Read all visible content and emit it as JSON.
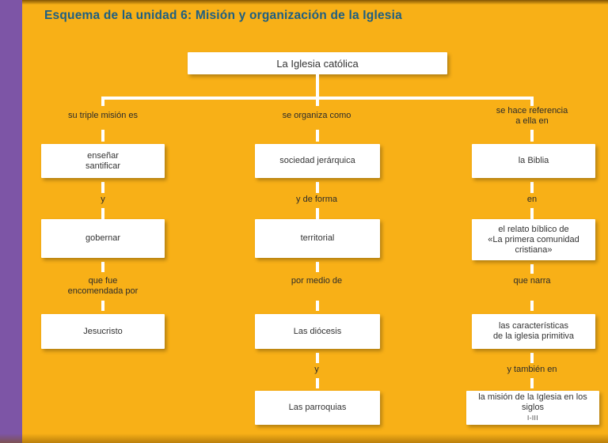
{
  "page": {
    "title": "Esquema de la unidad 6: Misión y organización de la Iglesia"
  },
  "colors": {
    "background": "#F8B017",
    "accent_bar": "#7D55A6",
    "title_text": "#1E5F82",
    "node_background": "#FFFFFF",
    "connector": "#FFFFFF",
    "node_text": "#333333"
  },
  "diagram": {
    "root": {
      "label": "La Iglesia católica"
    },
    "branches": [
      {
        "name": "mision",
        "steps": [
          {
            "kind": "edge-label",
            "lines": [
              "su triple misión es"
            ]
          },
          {
            "kind": "node",
            "lines": [
              "enseñar",
              "santificar"
            ]
          },
          {
            "kind": "edge-label",
            "lines": [
              "y"
            ]
          },
          {
            "kind": "node",
            "lines": [
              "gobernar"
            ]
          },
          {
            "kind": "edge-label",
            "lines": [
              "que fue",
              "encomendada por"
            ]
          },
          {
            "kind": "node",
            "lines": [
              "Jesucristo"
            ]
          }
        ]
      },
      {
        "name": "organizacion",
        "steps": [
          {
            "kind": "edge-label",
            "lines": [
              "se organiza como"
            ]
          },
          {
            "kind": "node",
            "lines": [
              "sociedad jerárquica"
            ]
          },
          {
            "kind": "edge-label",
            "lines": [
              "y de forma"
            ]
          },
          {
            "kind": "node",
            "lines": [
              "territorial"
            ]
          },
          {
            "kind": "edge-label",
            "lines": [
              "por medio de"
            ]
          },
          {
            "kind": "node",
            "lines": [
              "Las diócesis"
            ]
          },
          {
            "kind": "edge-label",
            "lines": [
              "y"
            ]
          },
          {
            "kind": "node",
            "lines": [
              "Las parroquias"
            ]
          }
        ]
      },
      {
        "name": "referencias",
        "steps": [
          {
            "kind": "edge-label",
            "lines": [
              "se hace referencia",
              "a ella en"
            ]
          },
          {
            "kind": "node",
            "lines": [
              "la Biblia"
            ]
          },
          {
            "kind": "edge-label",
            "lines": [
              "en"
            ]
          },
          {
            "kind": "node",
            "lines": [
              "el relato bíblico de",
              "«La primera comunidad",
              "cristiana»"
            ]
          },
          {
            "kind": "edge-label",
            "lines": [
              "que narra"
            ]
          },
          {
            "kind": "node",
            "lines": [
              "las características",
              "de la iglesia primitiva"
            ]
          },
          {
            "kind": "edge-label",
            "lines": [
              "y también en"
            ]
          },
          {
            "kind": "node",
            "lines": [
              "la misión de la Iglesia en los"
            ],
            "suffix_word": "siglos",
            "suffix_roman": "I-III"
          }
        ]
      }
    ]
  }
}
